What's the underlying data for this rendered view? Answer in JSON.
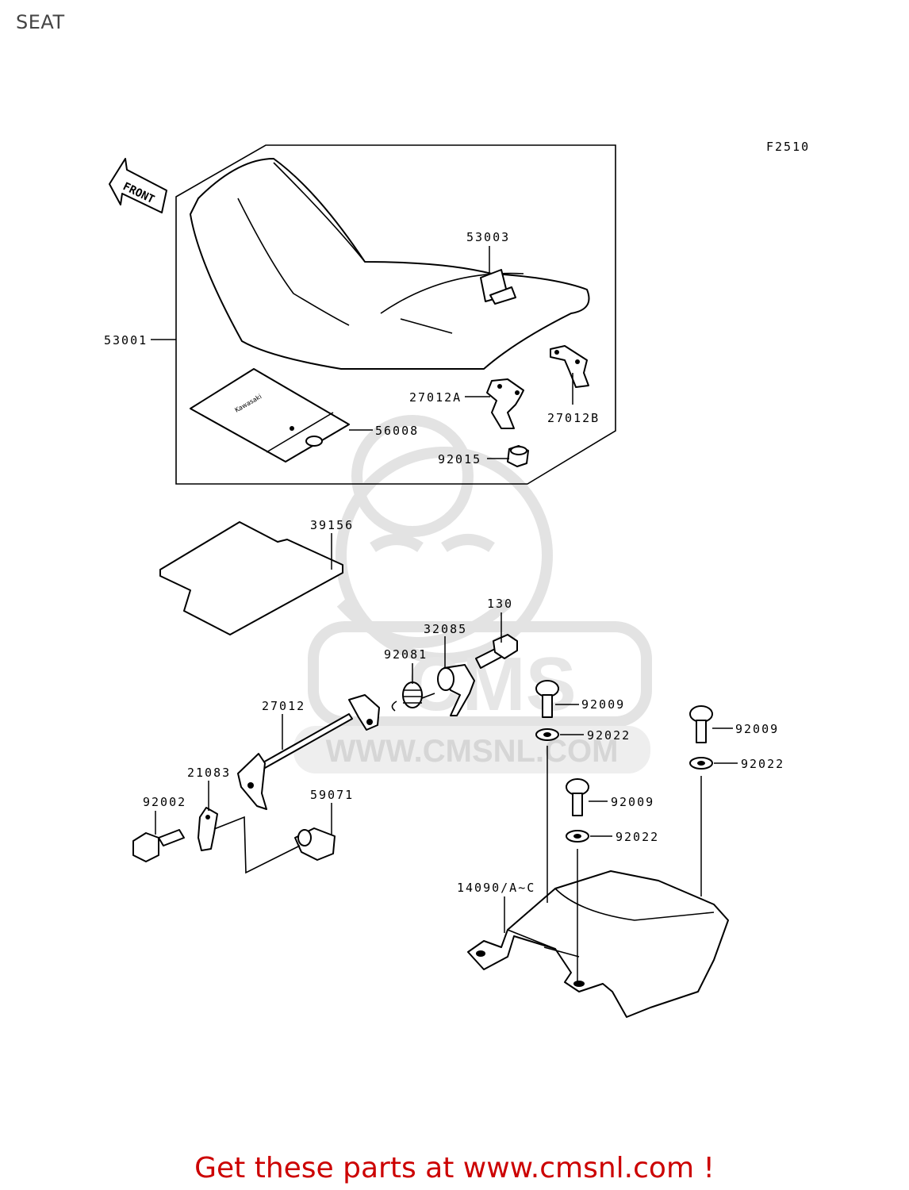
{
  "page": {
    "title": "SEAT"
  },
  "figure": {
    "code": "F2510",
    "front_label": "FRONT",
    "seat_tag_text": "Kawasaki"
  },
  "watermark": {
    "brand": "CMS",
    "url": "WWW.CMSNL.COM"
  },
  "labels": {
    "p53003": "53003",
    "p53001": "53001",
    "p27012a": "27012A",
    "p27012b": "27012B",
    "p56008": "56008",
    "p92015": "92015",
    "p39156": "39156",
    "p130": "130",
    "p32085": "32085",
    "p92081": "92081",
    "p27012": "27012",
    "p92009a": "92009",
    "p92022a": "92022",
    "p92009b": "92009",
    "p92022b": "92022",
    "p21083": "21083",
    "p59071": "59071",
    "p92002": "92002",
    "p92009c": "92009",
    "p92022c": "92022",
    "p14090": "14090/A~C"
  },
  "footer": {
    "text": "Get these parts at www.cmsnl.com !"
  },
  "colors": {
    "footer": "#cc0000",
    "watermark": "#e3e3e3",
    "line": "#000000"
  }
}
